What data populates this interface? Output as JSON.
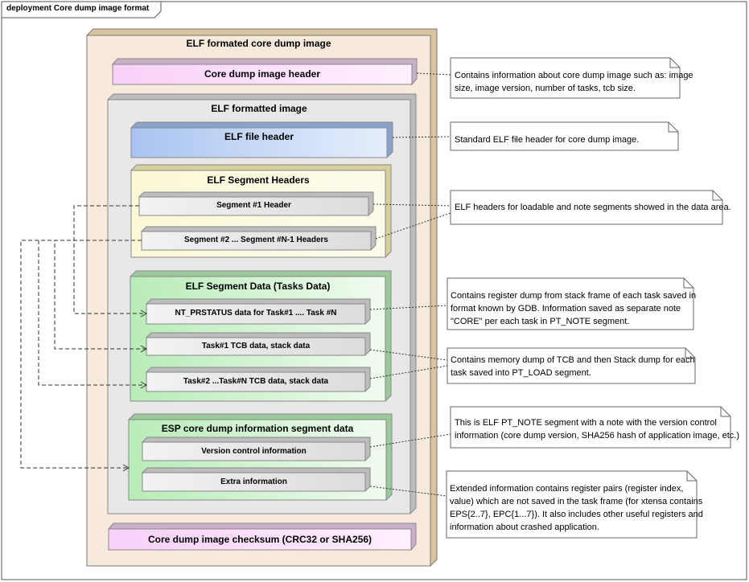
{
  "frame": {
    "title": "deployment Core dump image format"
  },
  "nodes": {
    "elf_core": "ELF formated core dump image",
    "core_header": "Core dump image header",
    "elf_image": "ELF formatted image",
    "elf_file_header": "ELF file header",
    "segment_headers": "ELF Segment Headers",
    "segment1_header": "Segment #1 Header",
    "segment2n_headers": "Segment #2 ... Segment #N-1 Headers",
    "segment_data": "ELF Segment Data (Tasks Data)",
    "nt_prstatus": "NT_PRSTATUS data for Task#1 .... Task #N",
    "task1_tcb": "Task#1 TCB data, stack data",
    "task2n_tcb": "Task#2 ...Task#N TCB data,  stack data",
    "esp_info": "ESP core dump information segment data",
    "version_info": "Version control information",
    "extra_info": "Extra information",
    "checksum": "Core dump image checksum (CRC32 or SHA256)"
  },
  "notes": {
    "header_note": [
      "Contains information about core dump image such as: image",
      "size, image version, number of tasks, tcb size."
    ],
    "elf_header_note": [
      "Standard ELF file header for core dump image."
    ],
    "seg_headers_note": [
      "ELF headers for loadable and note segments showed in the data area."
    ],
    "prstatus_note": [
      "Contains register dump from stack frame of each task saved in",
      "format known by GDB. Information saved as separate note",
      "\"CORE\" per each task in PT_NOTE segment."
    ],
    "tcb_note": [
      "Contains memory dump of TCB and then Stack dump for each",
      "task saved into PT_LOAD segment."
    ],
    "esp_note": [
      "This is ELF PT_NOTE segment with a note with the version control",
      "information (core dump version, SHA256 hash of application image, etc.)"
    ],
    "extra_note": [
      "Extended information contains register pairs (register index,",
      "value) which are not saved in the task frame (for xtensa contains",
      "EPS{2..7}, EPC{1...7}). It also includes other useful registers and",
      "information about crashed application."
    ]
  }
}
